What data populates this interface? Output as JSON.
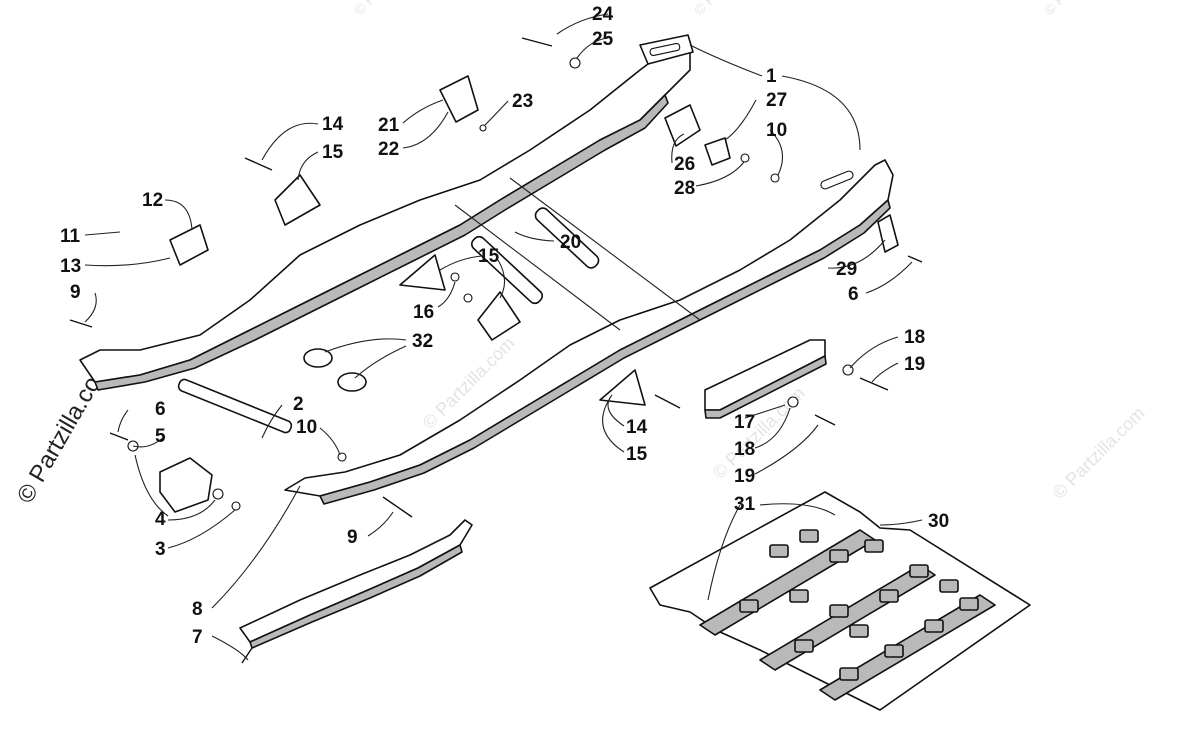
{
  "watermarks": {
    "main": "© Partzilla.com",
    "faint": "© Partzilla.com"
  },
  "callouts": {
    "c1": "1",
    "c2": "2",
    "c3": "3",
    "c4": "4",
    "c5": "5",
    "c6a": "6",
    "c6b": "6",
    "c7": "7",
    "c8": "8",
    "c9a": "9",
    "c9b": "9",
    "c10a": "10",
    "c10b": "10",
    "c11": "11",
    "c12": "12",
    "c13": "13",
    "c14a": "14",
    "c14b": "14",
    "c15a": "15",
    "c15b": "15",
    "c15c": "15",
    "c16": "16",
    "c17": "17",
    "c18a": "18",
    "c18b": "18",
    "c19a": "19",
    "c19b": "19",
    "c20": "20",
    "c21": "21",
    "c22": "22",
    "c23": "23",
    "c24": "24",
    "c25": "25",
    "c26": "26",
    "c27": "27",
    "c28": "28",
    "c29": "29",
    "c30": "30",
    "c31": "31",
    "c32": "32"
  },
  "colors": {
    "line": "#111111",
    "shade": "#b9b9b9",
    "watermark": "#e4e4e4"
  }
}
